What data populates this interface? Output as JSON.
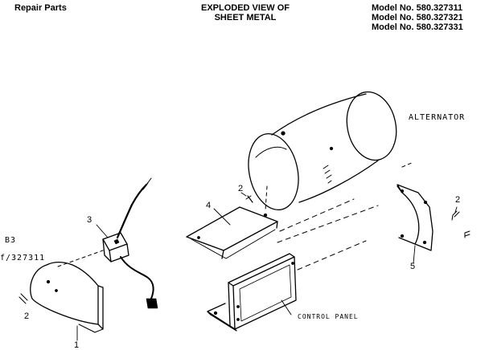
{
  "header": {
    "left_title": "Repair Parts",
    "center_title_line1": "EXPLODED VIEW OF",
    "center_title_line2": "SHEET METAL",
    "models": [
      "Model No. 580.327311",
      "Model No. 580.327321",
      "Model No. 580.327331"
    ]
  },
  "labels": {
    "alternator": "ALTERNATOR",
    "control_panel": "CONTROL PANEL",
    "side_ref_1": "B3",
    "side_ref_2": "f/327311",
    "callouts": [
      "1",
      "2",
      "2",
      "2",
      "3",
      "4",
      "5"
    ]
  },
  "colors": {
    "ink": "#000000",
    "paper": "#ffffff"
  }
}
